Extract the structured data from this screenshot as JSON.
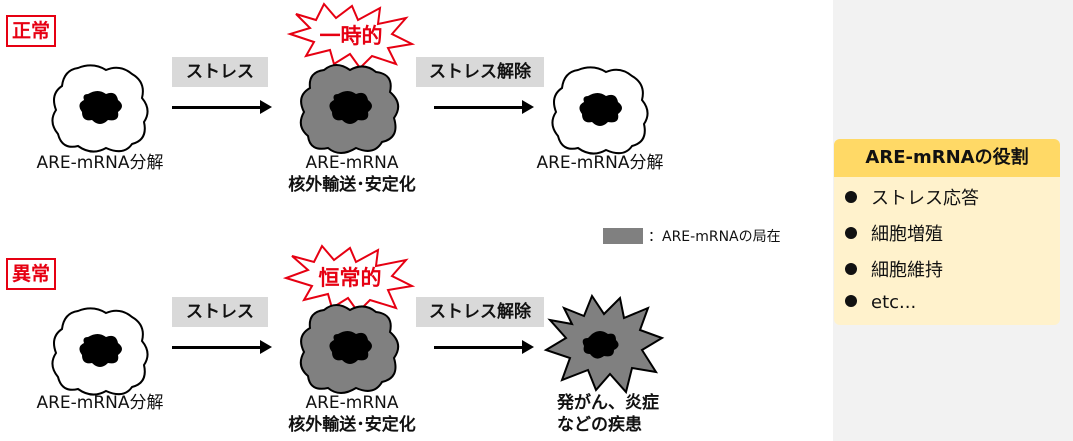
{
  "top_row": {
    "tag": "正常",
    "stress_label": "ストレス",
    "burst_label": "一時的",
    "release_label": "ストレス解除",
    "caption_left": "ARE-mRNA分解",
    "caption_mid_line1": "ARE-mRNA",
    "caption_mid_line2": "核外輸送･安定化",
    "caption_right": "ARE-mRNA分解"
  },
  "bottom_row": {
    "tag": "異常",
    "stress_label": "ストレス",
    "burst_label": "恒常的",
    "release_label": "ストレス解除",
    "caption_left": "ARE-mRNA分解",
    "caption_mid_line1": "ARE-mRNA",
    "caption_mid_line2": "核外輸送･安定化",
    "caption_right_line1": "発がん、炎症",
    "caption_right_line2": "などの疾患"
  },
  "legend": {
    "text": "：ARE-mRNAの局在",
    "swatch_color": "#808080"
  },
  "role_panel": {
    "title": "ARE-mRNAの役割",
    "items": [
      "ストレス応答",
      "細胞増殖",
      "細胞維持",
      "etc..."
    ]
  },
  "colors": {
    "accent_red": "#e60012",
    "header_yellow": "#ffd966",
    "panel_yellow": "#fff2cc"
  }
}
